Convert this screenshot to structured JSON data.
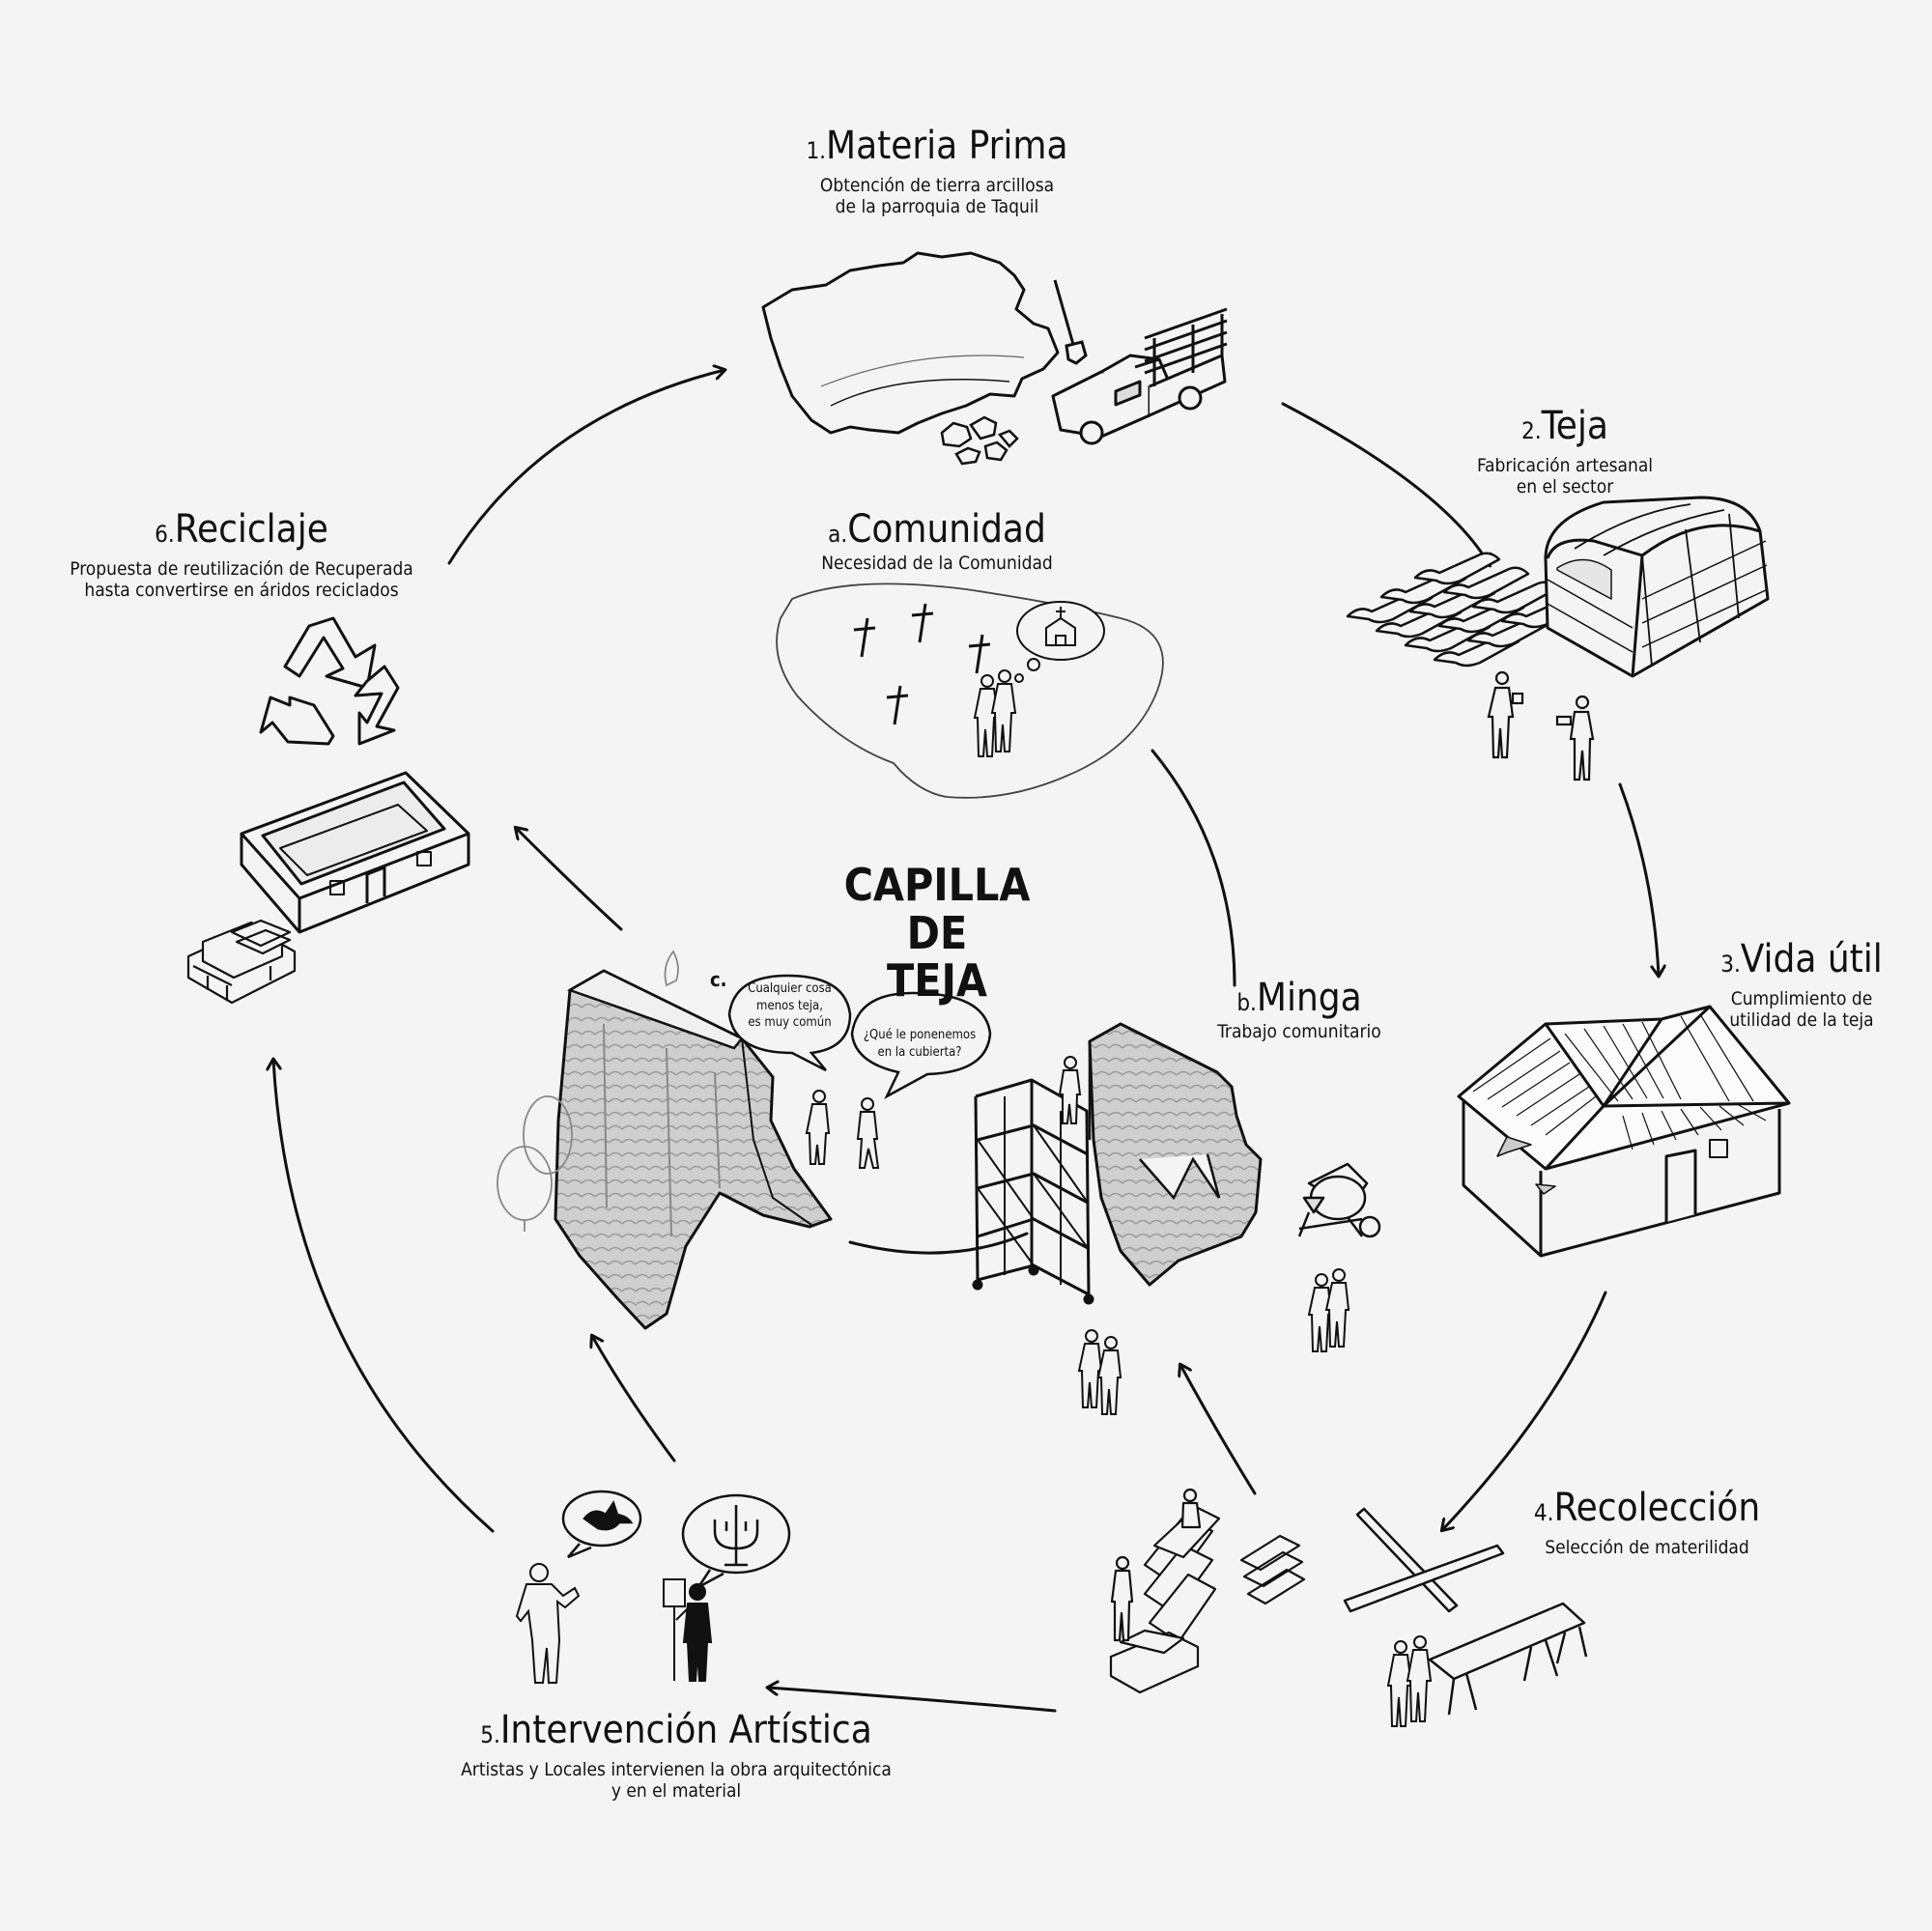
{
  "title": "CAPILLA DE\nTEJA",
  "stages": {
    "s1": {
      "num": "1.",
      "title": "Materia Prima",
      "desc": "Obtención de tierra arcillosa\nde la parroquia de Taquil"
    },
    "s2": {
      "num": "2.",
      "title": "Teja",
      "desc": "Fabricación artesanal\nen el sector"
    },
    "s3": {
      "num": "3.",
      "title": "Vida útil",
      "desc": "Cumplimiento de\nutilidad de la teja"
    },
    "s4": {
      "num": "4.",
      "title": "Recolección",
      "desc": "Selección de materilidad"
    },
    "s5": {
      "num": "5.",
      "title": "Intervención Artística",
      "desc": "Artistas y Locales intervienen la obra arquitectónica\ny en el material"
    },
    "s6": {
      "num": "6.",
      "title": "Reciclaje",
      "desc": "Propuesta de reutilización de Recuperada\nhasta convertirse en áridos reciclados"
    },
    "sa": {
      "num": "a.",
      "title": "Comunidad",
      "desc": "Necesidad de la Comunidad"
    },
    "sb": {
      "num": "b.",
      "title": "Minga",
      "desc": "Trabajo comunitario"
    },
    "sc": {
      "num": "c."
    }
  },
  "bubbles": {
    "left": "Cualquier cosa\nmenos teja,\nes muy común",
    "right": "¿Qué le ponenemos\nen la cubierta?"
  },
  "colors": {
    "background": "#f4f4f4",
    "ink": "#111111",
    "structure_fill": "#c9c9c9"
  },
  "icons": [
    "clay-landscape-icon",
    "shovel-icon",
    "truck-icon",
    "tile-kiln-icon",
    "roof-tiles-icon",
    "house-icon",
    "recycle-icon",
    "crosses-icon",
    "chapel-thought-icon",
    "scaffold-icon",
    "concrete-mixer-icon",
    "dove-icon",
    "candelabra-icon",
    "table-icon"
  ]
}
